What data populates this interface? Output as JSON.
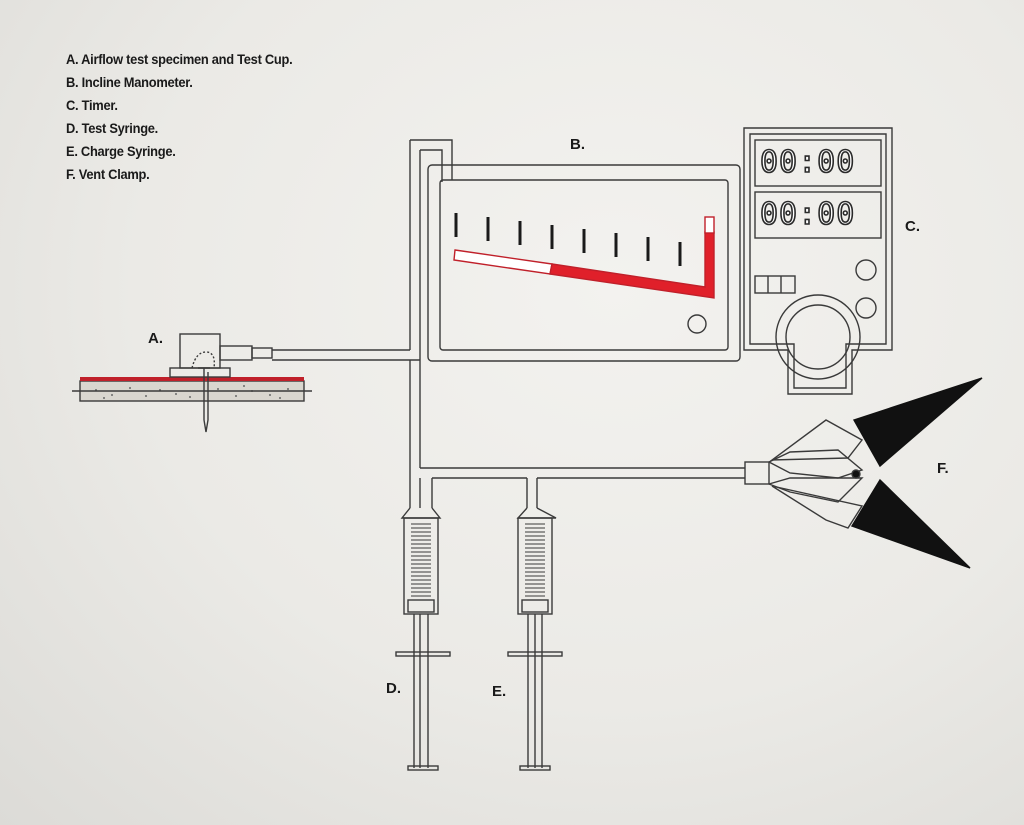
{
  "legend": [
    "A. Airflow test specimen and Test Cup.",
    "B. Incline Manometer.",
    "C. Timer.",
    "D. Test Syringe.",
    "E. Charge Syringe.",
    "F. Vent Clamp."
  ],
  "labels": {
    "a": "A.",
    "b": "B.",
    "c": "C.",
    "d": "D.",
    "e": "E.",
    "f": "F."
  },
  "timer": {
    "display_1": "00:00",
    "display_2": "00:00"
  },
  "colors": {
    "manometer_fluid": "#e0202a",
    "clamp_jaws": "#111111",
    "specimen_membrane": "#c0202a",
    "line": "#3a3a3a"
  }
}
